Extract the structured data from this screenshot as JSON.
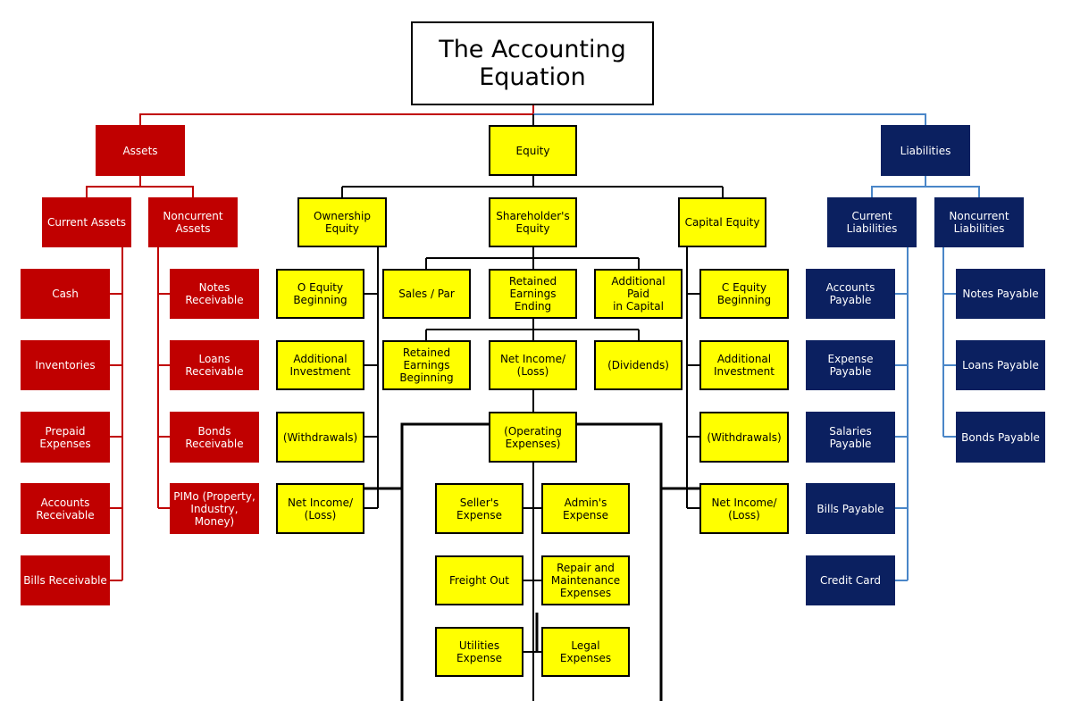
{
  "title": "The Accounting\nEquation",
  "colors": {
    "assets": "#c00000",
    "liabilities": "#0b2060",
    "equity": "#ffff00",
    "assets_line": "#c00000",
    "liabilities_line": "#4a86c8",
    "equity_line": "#000000"
  },
  "assets": {
    "label": "Assets",
    "current": {
      "label": "Current Assets",
      "items": [
        "Cash",
        "Inventories",
        "Prepaid\nExpenses",
        "Accounts\nReceivable",
        "Bills Receivable"
      ]
    },
    "noncurrent": {
      "label": "Noncurrent\nAssets",
      "items": [
        "Notes\nReceivable",
        "Loans\nReceivable",
        "Bonds\nReceivable",
        "PIMo (Property,\nIndustry,\nMoney)"
      ]
    }
  },
  "equity": {
    "label": "Equity",
    "ownership": {
      "label": "Ownership\nEquity",
      "items": [
        "O Equity\nBeginning",
        "Additional\nInvestment",
        "(Withdrawals)",
        "Net Income/\n(Loss)"
      ]
    },
    "shareholders": {
      "label": "Shareholder's\nEquity",
      "row1": [
        "Sales / Par",
        "Retained\nEarnings Ending",
        "Additional Paid\nin Capital"
      ],
      "row2": [
        "Retained\nEarnings\nBeginning",
        "Net Income/\n(Loss)",
        "(Dividends)"
      ],
      "operating": "(Operating\nExpenses)",
      "expenses": [
        "Seller's Expense",
        "Admin's\nExpense",
        "Freight Out",
        "Repair and\nMaintenance\nExpenses",
        "Utilities Expense",
        "Legal Expenses"
      ]
    },
    "capital": {
      "label": "Capital Equity",
      "items": [
        "C Equity\nBeginning",
        "Additional\nInvestment",
        "(Withdrawals)",
        "Net Income/\n(Loss)"
      ]
    }
  },
  "liabilities": {
    "label": "Liabilities",
    "current": {
      "label": "Current\nLiabilities",
      "items": [
        "Accounts\nPayable",
        "Expense\nPayable",
        "Salaries Payable",
        "Bills Payable",
        "Credit Card"
      ]
    },
    "noncurrent": {
      "label": "Noncurrent\nLiabilities",
      "items": [
        "Notes Payable",
        "Loans Payable",
        "Bonds Payable"
      ]
    }
  }
}
